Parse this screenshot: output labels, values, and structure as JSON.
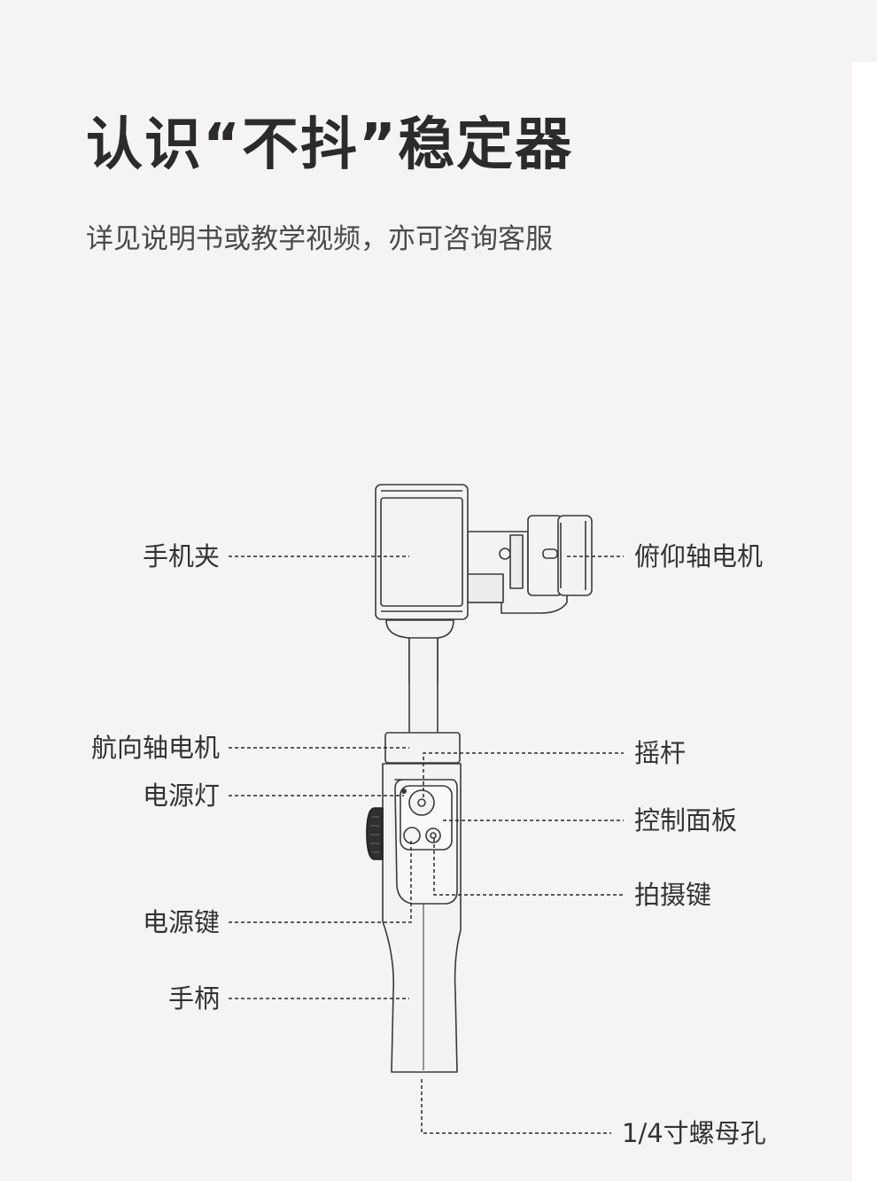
{
  "title": "认识“不抖”稳定器",
  "subtitle": "详见说明书或教学视频，亦可咨询客服",
  "labels": {
    "phone_clamp": "手机夹",
    "tilt_motor": "俯仰轴电机",
    "pan_motor": "航向轴电机",
    "joystick": "摇杆",
    "power_light": "电源灯",
    "control_panel": "控制面板",
    "shutter_button": "拍摄键",
    "power_button": "电源键",
    "handle": "手柄",
    "screw_hole": "1/4寸螺母孔"
  },
  "colors": {
    "background": "#f6f4f3",
    "device_fill": "#f3f3f4",
    "device_stroke": "#3a3a3a",
    "leader_line": "#2a2a2a"
  }
}
